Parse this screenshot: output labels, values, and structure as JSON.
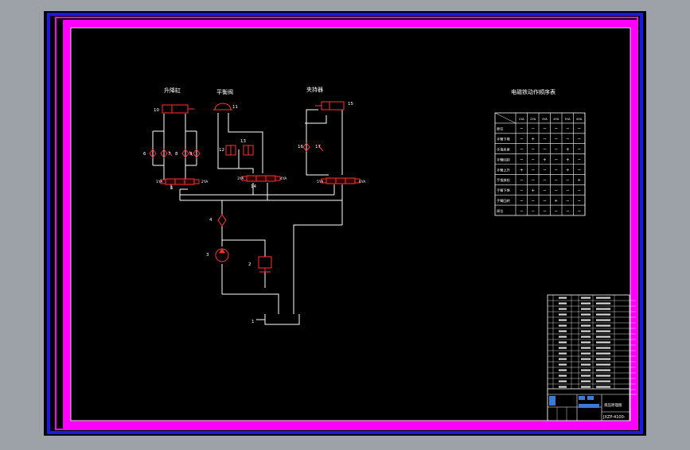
{
  "drawing": {
    "labels": {
      "lift_cylinder": "升降缸",
      "rotary_motor": "平衡阀",
      "clamp_cylinder": "夹持器"
    },
    "numbers": {
      "n10": "10",
      "n11": "11",
      "n15": "15",
      "n6": "6",
      "n7": "7",
      "n8": "8",
      "n9": "9",
      "n12": "12",
      "n13": "13",
      "n16": "16",
      "n17": "17",
      "n14": "14",
      "n5": "5",
      "n4": "4",
      "n3": "3",
      "n2": "2",
      "n1": "1",
      "n_1ya": "1YA",
      "n_2ya": "2YA",
      "n_3ya": "3YA",
      "n_4ya": "4YA",
      "n_5ya": "5YA",
      "n_6ya": "6YA"
    },
    "sequence_table": {
      "title": "电磁铁动作顺序表",
      "columns": [
        "1YA",
        "2YA",
        "3YA",
        "4YA",
        "5YA",
        "6YA"
      ],
      "rows": [
        {
          "name": "原位",
          "cells": [
            "−",
            "−",
            "−",
            "−",
            "−",
            "−"
          ]
        },
        {
          "name": "手臂下降",
          "cells": [
            "−",
            "+",
            "−",
            "−",
            "−",
            "−"
          ]
        },
        {
          "name": "手指夹紧",
          "cells": [
            "−",
            "−",
            "−",
            "−",
            "+",
            "−"
          ]
        },
        {
          "name": "手臂回转",
          "cells": [
            "−",
            "−",
            "+",
            "−",
            "+",
            "−"
          ]
        },
        {
          "name": "手臂上升",
          "cells": [
            "+",
            "−",
            "−",
            "−",
            "+",
            "−"
          ]
        },
        {
          "name": "手指放松",
          "cells": [
            "−",
            "−",
            "−",
            "−",
            "−",
            "+"
          ]
        },
        {
          "name": "手臂下降",
          "cells": [
            "−",
            "+",
            "−",
            "−",
            "−",
            "−"
          ]
        },
        {
          "name": "手臂回转",
          "cells": [
            "−",
            "−",
            "−",
            "+",
            "−",
            "−"
          ]
        },
        {
          "name": "原位",
          "cells": [
            "−",
            "−",
            "−",
            "−",
            "−",
            "−"
          ]
        }
      ]
    },
    "title_block": {
      "drawing_name": "液压原理图",
      "drawing_number": "JXZP-4100-"
    }
  }
}
